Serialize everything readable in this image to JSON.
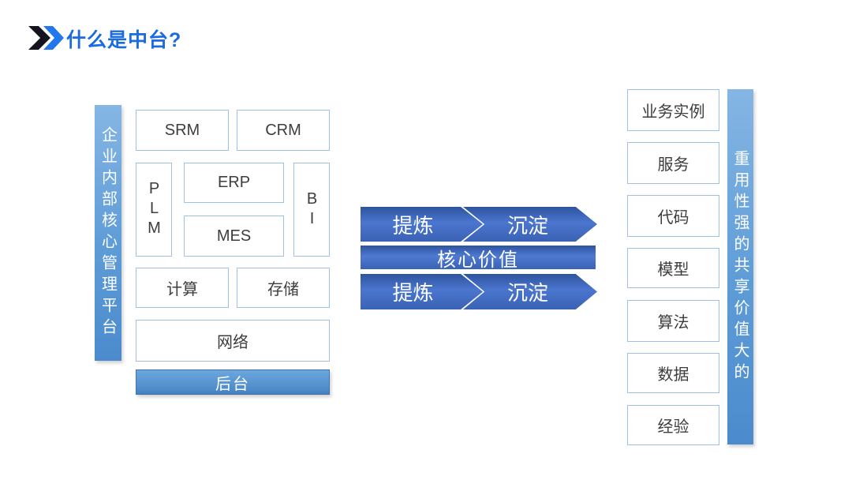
{
  "title": {
    "text": "什么是中台?"
  },
  "icons": {
    "title_marker": "double-chevron-right"
  },
  "left_group": {
    "platform_label": "企业内部核心管理平台",
    "backend_label": "后台",
    "systems": {
      "srm": "SRM",
      "crm": "CRM",
      "plm": "PLM",
      "erp": "ERP",
      "mes": "MES",
      "bi": "BI",
      "compute": "计算",
      "storage": "存储",
      "network": "网络"
    }
  },
  "process": {
    "top": {
      "refine": "提炼",
      "deposit": "沉淀"
    },
    "core_value": "核心价值",
    "bottom": {
      "refine": "提炼",
      "deposit": "沉淀"
    }
  },
  "right_group": {
    "assets": [
      "业务实例",
      "服务",
      "代码",
      "模型",
      "算法",
      "数据",
      "经验"
    ],
    "value_label": "重用性强的共享价值大的"
  },
  "colors": {
    "title_blue": "#1a6ae0",
    "bar_blue_top": "#85b6e4",
    "bar_blue_bottom": "#4b8bcd",
    "arrow_blue": "#3f6ac1",
    "box_border": "#9fc1e5"
  }
}
